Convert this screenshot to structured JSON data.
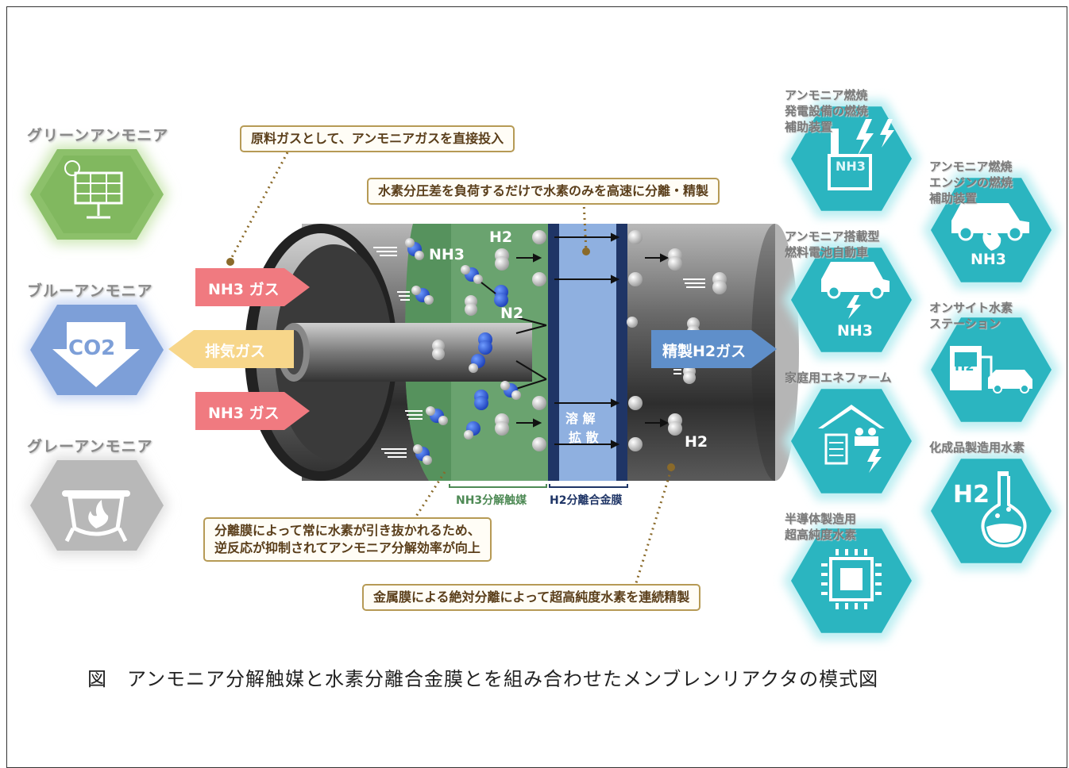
{
  "caption": "図　アンモニア分解触媒と水素分離合金膜とを組み合わせたメンブレンリアクタの模式図",
  "sources": [
    {
      "label": "グリーンアンモニア",
      "icon": "solar-panel-icon",
      "color": "#8cc06a"
    },
    {
      "label": "ブルーアンモニア",
      "icon": "co2-down-arrow-icon",
      "icon_text": "CO2",
      "color": "#7d9fd8"
    },
    {
      "label": "グレーアンモニア",
      "icon": "fire-pot-icon",
      "color": "#b8b8b8"
    }
  ],
  "arrows": {
    "nh3_in_top": "NH3 ガス",
    "exhaust": "排気ガス",
    "nh3_in_bottom": "NH3 ガス",
    "purified": "精製H2ガス"
  },
  "callouts": {
    "feed": "原料ガスとして、アンモニアガスを直接投入",
    "pressure": "水素分圧差を負荷するだけで水素のみを高速に分離・精製",
    "membrane_effect": "分離膜によって常に水素が引き抜かれるため、\n逆反応が抑制されてアンモニア分解効率が向上",
    "metal": "金属膜による絶対分離によって超高純度水素を連続精製"
  },
  "reactor": {
    "nh3": "NH3",
    "h2_top": "H2",
    "n2": "N2",
    "h2_bottom": "H2",
    "dissolve": "溶 解",
    "diffuse": "拡 散",
    "catalyst_label": "NH3分解触媒",
    "membrane_label": "H2分離合金膜"
  },
  "applications": [
    {
      "label": "アンモニア燃焼\n発電設備の燃焼\n補助装置",
      "icon": "factory-icon",
      "icon_text": "NH3"
    },
    {
      "label": "アンモニア燃焼\nエンジンの燃焼\n補助装置",
      "icon": "car-flame-icon",
      "icon_text": "NH3"
    },
    {
      "label": "アンモニア搭載型\n燃料電池自動車",
      "icon": "car-bolt-icon",
      "icon_text": "NH3"
    },
    {
      "label": "オンサイト水素\nステーション",
      "icon": "hydrogen-station-icon",
      "icon_text": "H2"
    },
    {
      "label": "家庭用エネファーム",
      "icon": "house-icon"
    },
    {
      "label": "化成品製造用水素",
      "icon": "flask-icon",
      "icon_text": "H2"
    },
    {
      "label": "半導体製造用\n超高純度水素",
      "icon": "chip-icon"
    }
  ],
  "colors": {
    "teal": "#2bb5c0",
    "catalyst_green": "#6aa36f",
    "membrane_blue": "#8fb0e0",
    "membrane_dark": "#1f3566",
    "nh3_red": "#f07a80",
    "exhaust_yellow": "#f7d68a",
    "product_blue": "#5f8fca",
    "callout_border": "#b69a55"
  }
}
